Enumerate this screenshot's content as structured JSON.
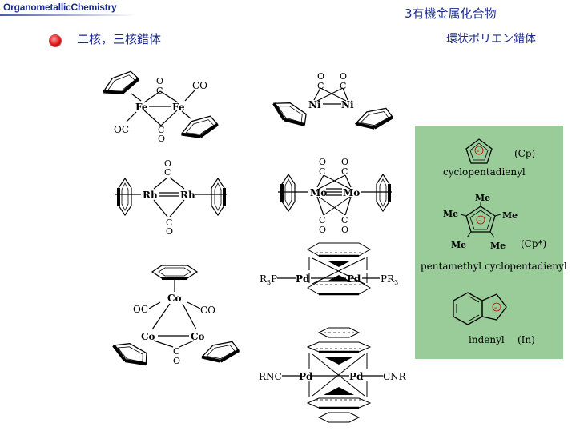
{
  "header": {
    "brand": "OrganometallicChemistry",
    "chapter_title": "3有機金属化合物",
    "subtitle": "環状ポリエン錯体"
  },
  "bullet": {
    "text": "二核，三核錯体"
  },
  "structures": {
    "fe_dimer": {
      "metals": [
        "Fe",
        "Fe"
      ],
      "bridging_co": [
        "O",
        "C",
        "C",
        "O"
      ],
      "terminal_co": [
        "CO",
        "OC"
      ]
    },
    "ni_dimer": {
      "metals": [
        "Ni",
        "Ni"
      ],
      "bridging_co": [
        "O",
        "O",
        "C",
        "C"
      ]
    },
    "rh_dimer": {
      "metals": [
        "Rh",
        "Rh"
      ],
      "co": [
        "O",
        "C",
        "C",
        "O"
      ]
    },
    "mo_dimer": {
      "metals": [
        "Mo",
        "Mo"
      ],
      "co": [
        "O",
        "O",
        "C",
        "C",
        "C",
        "C",
        "O",
        "O"
      ]
    },
    "pd_phosphine": {
      "left": "R",
      "left_sub": "3",
      "left_tail": "P",
      "metal_left": "Pd",
      "metal_right": "Pd",
      "right": "PR",
      "right_sub": "3"
    },
    "co_trimer": {
      "metals": [
        "Co",
        "Co",
        "Co"
      ],
      "terminal_co": [
        "OC",
        "CO"
      ],
      "bridging_co": [
        "C",
        "O"
      ]
    },
    "pd_isocyanide": {
      "left": "RNC",
      "metal_left": "Pd",
      "metal_right": "Pd",
      "right": "CNR"
    }
  },
  "ligand_panel": {
    "background_color": "#99cc99",
    "cp": {
      "charge": "-",
      "abbr": "(Cp)",
      "name": "cyclopentadienyl"
    },
    "cp_star": {
      "substituents": [
        "Me",
        "Me",
        "Me",
        "Me",
        "Me"
      ],
      "charge": "-",
      "abbr": "(Cp*)",
      "name": "pentamethyl cyclopentadienyl"
    },
    "indenyl": {
      "charge": "-",
      "name": "indenyl",
      "abbr": "(In)"
    }
  }
}
